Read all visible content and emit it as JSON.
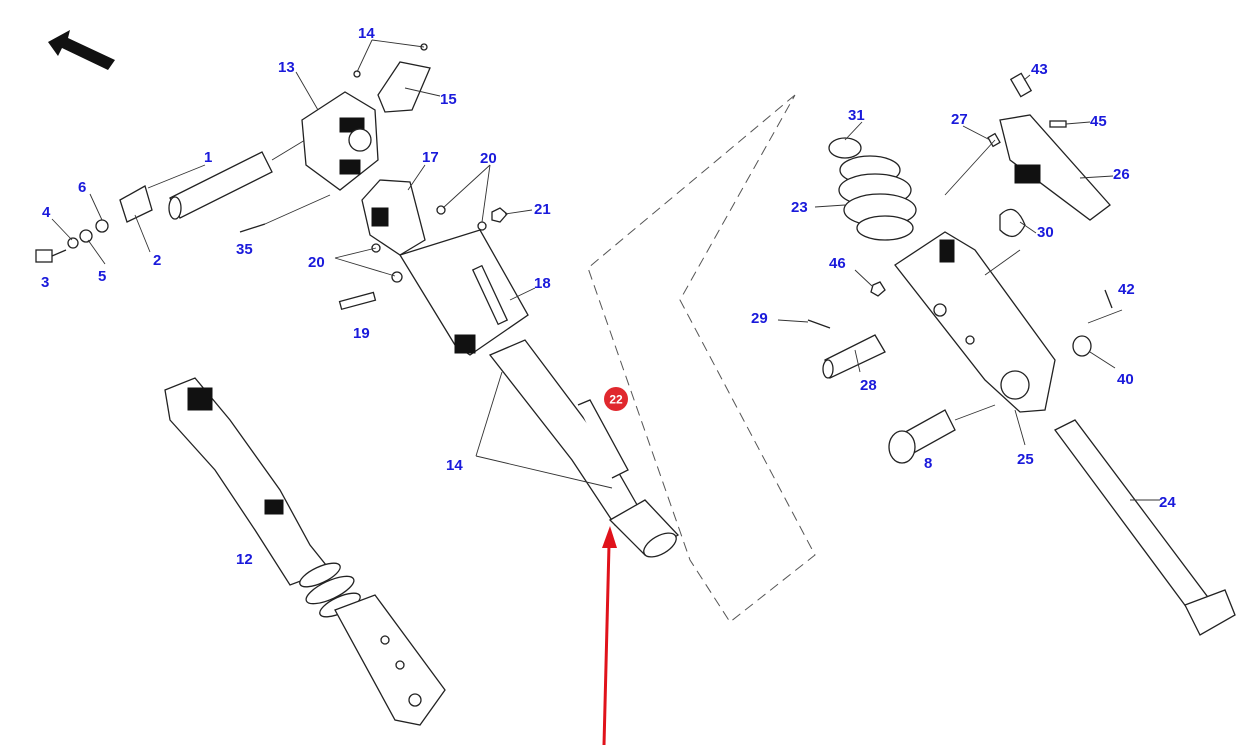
{
  "diagram": {
    "labels": {
      "l14a": "14",
      "l13": "13",
      "l15": "15",
      "l1": "1",
      "l6": "6",
      "l17": "17",
      "l20a": "20",
      "l4": "4",
      "l21": "21",
      "l2": "2",
      "l35": "35",
      "l3": "3",
      "l5": "5",
      "l20b": "20",
      "l18": "18",
      "l19": "19",
      "l14b": "14",
      "l12": "12",
      "l31": "31",
      "l43": "43",
      "l27": "27",
      "l45": "45",
      "l26": "26",
      "l23": "23",
      "l30": "30",
      "l46": "46",
      "l42": "42",
      "l29": "29",
      "l28": "28",
      "l40": "40",
      "l8": "8",
      "l25": "25",
      "l24": "24"
    },
    "highlight": {
      "label": "22",
      "color": "#e0282e"
    },
    "colors": {
      "label": "#1a1adb",
      "pointer_arrow": "#e0121b"
    }
  }
}
